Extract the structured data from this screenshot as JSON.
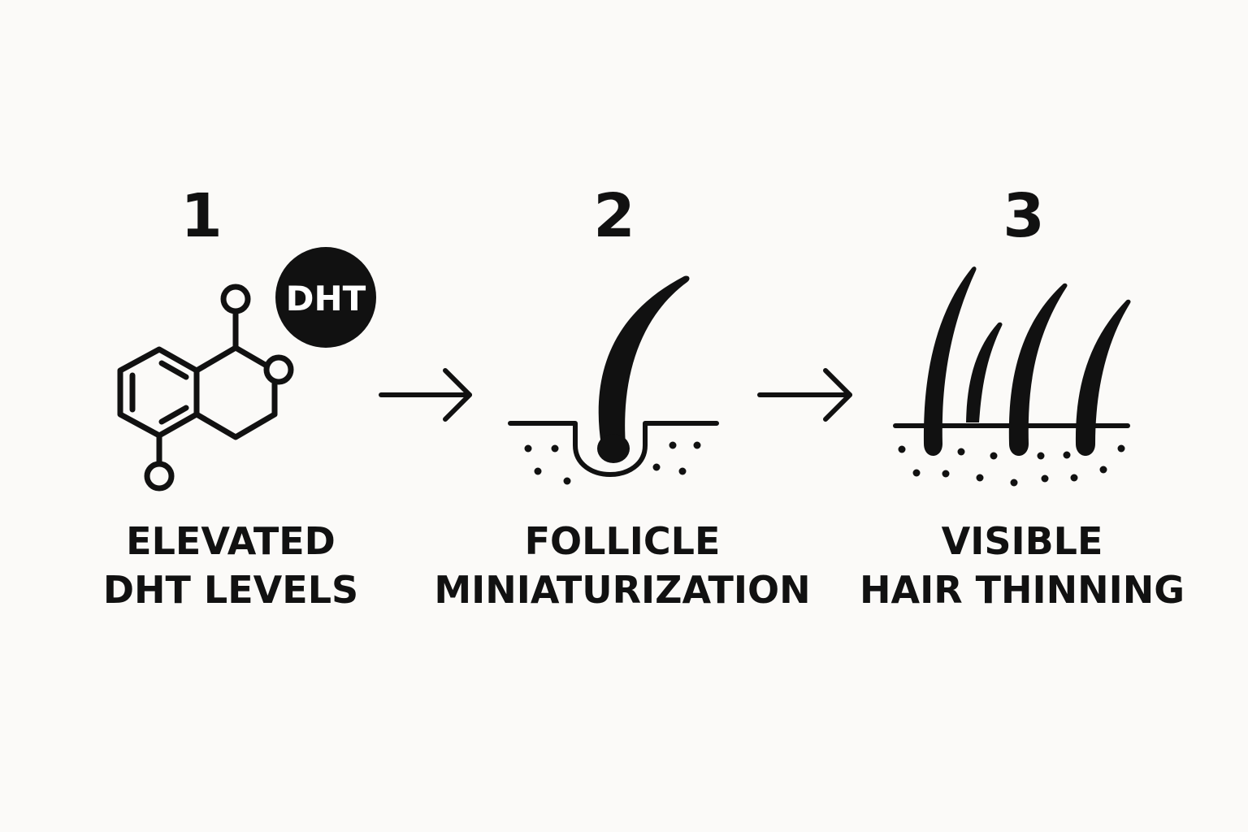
{
  "colors": {
    "background": "#fbfaf8",
    "ink": "#111111",
    "badge_text": "#ffffff"
  },
  "steps": [
    {
      "number": "1",
      "icon": "molecule-icon",
      "badge": "DHT",
      "label_line1": "ELEVATED",
      "label_line2": "DHT LEVELS"
    },
    {
      "number": "2",
      "icon": "hair-follicle-icon",
      "label_line1": "FOLLICLE",
      "label_line2": "MINIATURIZATION"
    },
    {
      "number": "3",
      "icon": "thinning-hair-icon",
      "label_line1": "VISIBLE",
      "label_line2": "HAIR THINNING"
    }
  ],
  "connectors": [
    {
      "icon": "arrow-right-icon"
    },
    {
      "icon": "arrow-right-icon"
    }
  ]
}
